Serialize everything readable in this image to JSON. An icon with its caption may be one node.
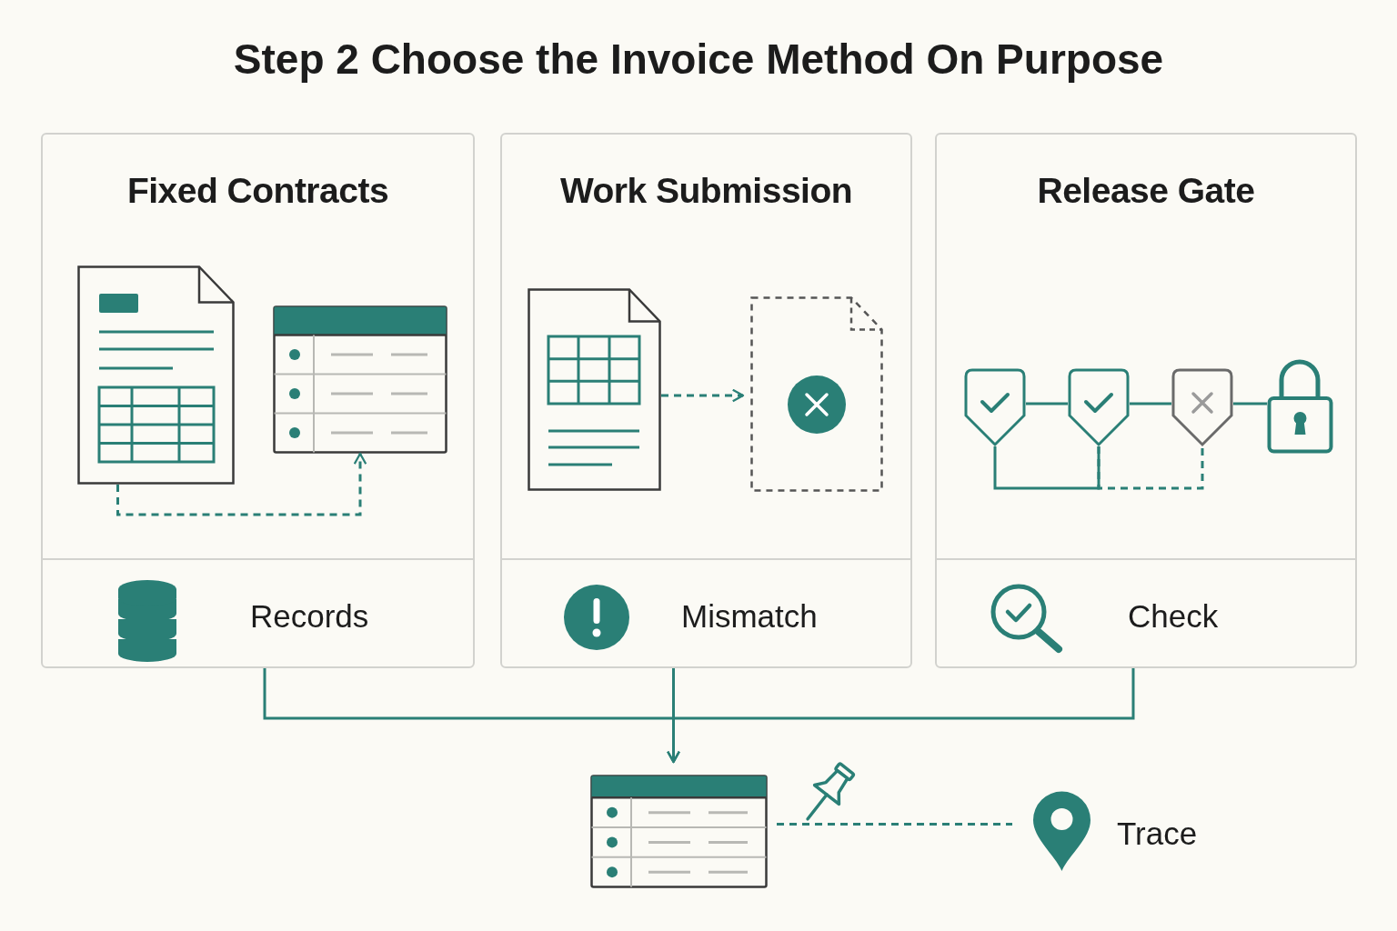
{
  "diagram": {
    "title": "Step 2 Choose the Invoice Method On Purpose",
    "nodes": [
      {
        "text": [
          "Fixed Contracts",
          "Records"
        ]
      },
      {
        "text": [],
        "shape": "document",
        "in": 0
      },
      {
        "text": [],
        "shape": "table",
        "in": 0
      },
      {
        "text": [
          "Work Submission",
          "Mismatch"
        ]
      },
      {
        "text": [],
        "shape": "document",
        "in": 3
      },
      {
        "text": [],
        "shape": "document",
        "in": 3
      },
      {
        "text": [
          "Release Gate",
          "Check"
        ]
      },
      {
        "text": [],
        "shape": "shield",
        "in": 6
      },
      {
        "text": [],
        "shape": "shield",
        "in": 6
      },
      {
        "text": [],
        "shape": "shield",
        "in": 6
      },
      {
        "text": [],
        "shape": "lock",
        "in": 6
      },
      {
        "text": [],
        "shape": "table"
      },
      {
        "text": [],
        "shape": "marker",
        "beside": [
          "Trace"
        ]
      }
    ],
    "edges": [
      {
        "from": 1,
        "to": 2,
        "arrow": "to",
        "style": "dashed"
      },
      {
        "from": 4,
        "to": 5,
        "arrow": "to",
        "style": "dashed"
      },
      {
        "from": 7,
        "to": 8,
        "arrow": "none"
      },
      {
        "from": 8,
        "to": 9,
        "arrow": "none"
      },
      {
        "from": 9,
        "to": 10,
        "arrow": "none"
      },
      {
        "from": 7,
        "to": 8,
        "arrow": "none"
      },
      {
        "from": 8,
        "to": 9,
        "arrow": "none",
        "style": "dashed"
      },
      {
        "from": 0,
        "to": 11,
        "arrow": "to"
      },
      {
        "from": 3,
        "to": 11,
        "arrow": "to"
      },
      {
        "from": 6,
        "to": 11,
        "arrow": "to"
      },
      {
        "from": 11,
        "to": 12,
        "arrow": "none",
        "style": "dashed"
      }
    ]
  }
}
